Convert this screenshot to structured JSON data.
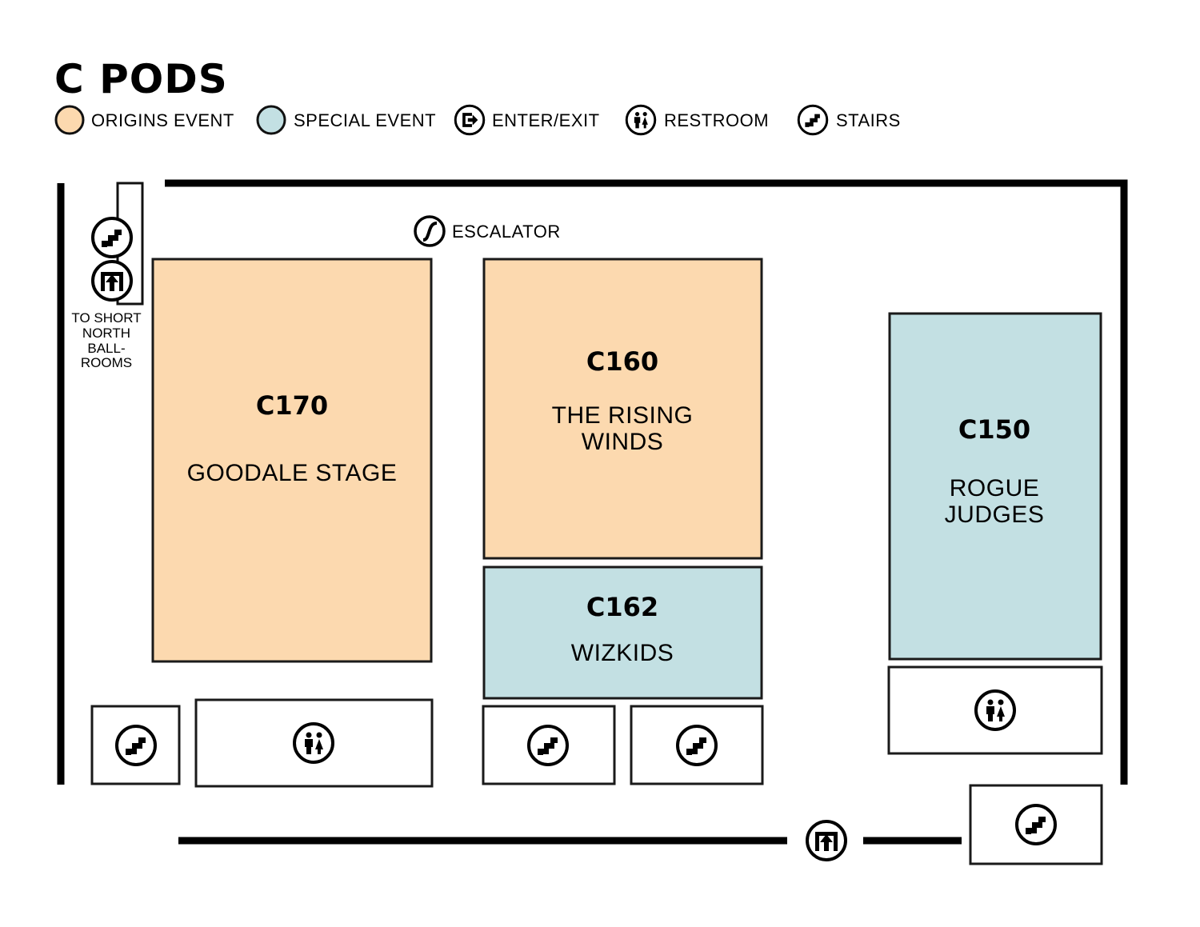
{
  "title": "C PODS",
  "legend": [
    {
      "label": "ORIGINS EVENT",
      "icon": "swatch-orange",
      "color": "#fcd9af"
    },
    {
      "label": "SPECIAL EVENT",
      "icon": "swatch-blue",
      "color": "#c3e0e3"
    },
    {
      "label": "ENTER/EXIT",
      "icon": "enter-exit-icon"
    },
    {
      "label": "RESTROOM",
      "icon": "restroom-icon"
    },
    {
      "label": "STAIRS",
      "icon": "stairs-icon"
    }
  ],
  "escalator": {
    "label": "ESCALATOR",
    "icon": "escalator-icon"
  },
  "short_north": {
    "lines": [
      "TO SHORT",
      "NORTH",
      "BALL-",
      "ROOMS"
    ]
  },
  "rooms": {
    "c170": {
      "id": "C170",
      "name": [
        "GOODALE STAGE"
      ],
      "category": "origins"
    },
    "c160": {
      "id": "C160",
      "name": [
        "THE RISING",
        "WINDS"
      ],
      "category": "origins"
    },
    "c162": {
      "id": "C162",
      "name": [
        "WIZKIDS"
      ],
      "category": "special"
    },
    "c150": {
      "id": "C150",
      "name": [
        "ROGUE",
        "JUDGES"
      ],
      "category": "special"
    }
  },
  "colors": {
    "origins": "#fcd9af",
    "special": "#c3e0e3",
    "wall": "#000000",
    "outline": "#1a1a1a"
  }
}
